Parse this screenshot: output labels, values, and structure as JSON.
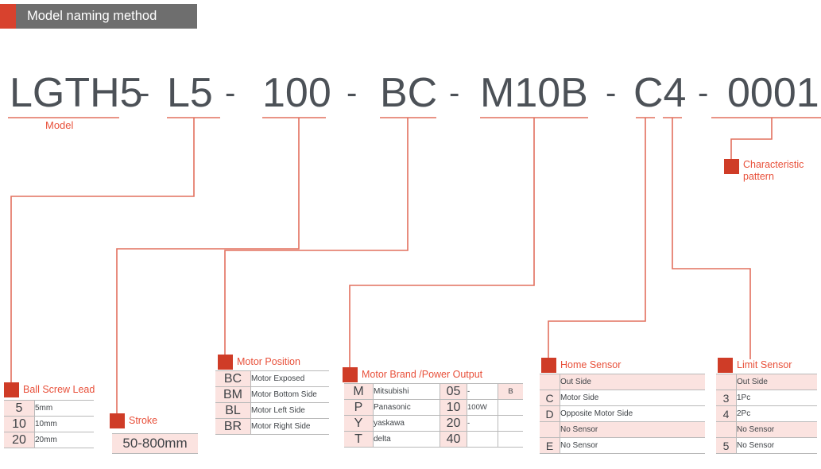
{
  "header": {
    "title": "Model naming method"
  },
  "model_code": {
    "segments": [
      "LGTH5",
      "L5",
      "100",
      "BC",
      "M10B",
      "C4",
      "0001"
    ],
    "separator": "-"
  },
  "labels": {
    "model": "Model",
    "ball_screw_lead": "Ball Screw Lead",
    "stroke": "Stroke",
    "motor_position": "Motor Position",
    "motor_brand_power": "Motor Brand /Power Output",
    "home_sensor": "Home Sensor",
    "limit_sensor": "Limit Sensor",
    "characteristic_pattern": "Characteristic pattern"
  },
  "tables": {
    "ball_screw_lead": {
      "rows": [
        {
          "code": "5",
          "desc": "5mm"
        },
        {
          "code": "10",
          "desc": "10mm"
        },
        {
          "code": "20",
          "desc": "20mm"
        }
      ]
    },
    "stroke": {
      "value": "50-800mm"
    },
    "motor_position": {
      "rows": [
        {
          "code": "BC",
          "desc": "Motor Exposed"
        },
        {
          "code": "BM",
          "desc": "Motor Bottom Side"
        },
        {
          "code": "BL",
          "desc": "Motor Left Side"
        },
        {
          "code": "BR",
          "desc": "Motor Right Side"
        }
      ]
    },
    "motor_brand_power": {
      "rows": [
        {
          "code": "M",
          "brand": "Mitsubishi",
          "power": "05",
          "watt": "-",
          "flag": "B"
        },
        {
          "code": "P",
          "brand": "Panasonic",
          "power": "10",
          "watt": "100W",
          "flag": ""
        },
        {
          "code": "Y",
          "brand": "yaskawa",
          "power": "20",
          "watt": "-",
          "flag": ""
        },
        {
          "code": "T",
          "brand": "delta",
          "power": "40",
          "watt": "",
          "flag": ""
        }
      ]
    },
    "home_sensor": {
      "rows": [
        {
          "code": "",
          "desc": "Out Side",
          "span": true
        },
        {
          "code": "C",
          "desc": "Motor Side",
          "span": false
        },
        {
          "code": "D",
          "desc": "Opposite Motor Side",
          "span": false
        },
        {
          "code": "",
          "desc": "No Sensor",
          "span": true
        },
        {
          "code": "E",
          "desc": "No Sensor",
          "span": false
        }
      ]
    },
    "limit_sensor": {
      "rows": [
        {
          "code": "",
          "desc": "Out Side",
          "span": true
        },
        {
          "code": "3",
          "desc": "1Pc",
          "span": false
        },
        {
          "code": "4",
          "desc": "2Pc",
          "span": false
        },
        {
          "code": "",
          "desc": "No Sensor",
          "span": true
        },
        {
          "code": "5",
          "desc": "No Sensor",
          "span": false
        }
      ]
    }
  },
  "colors": {
    "accent_red": "#cf3c27",
    "label_red": "#e8503a",
    "header_gray": "#6e6e6e",
    "code_gray": "#4c5157",
    "pink_fill": "#fbe3e0"
  }
}
